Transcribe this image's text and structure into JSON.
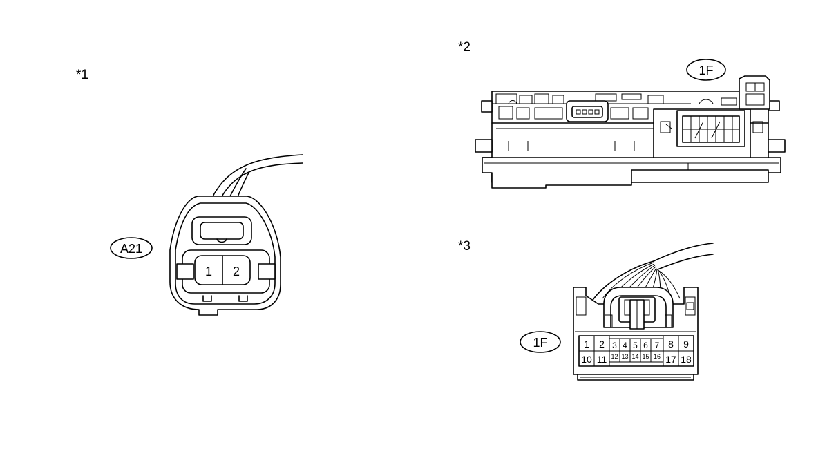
{
  "figures": [
    {
      "marker": "*1",
      "connector_code": "A21",
      "pins": [
        "1",
        "2"
      ]
    },
    {
      "marker": "*2",
      "connector_code": "1F"
    },
    {
      "marker": "*3",
      "connector_code": "1F",
      "pins_large_top": [
        "1",
        "2",
        "8",
        "9"
      ],
      "pins_small_top": [
        "3",
        "4",
        "5",
        "6",
        "7"
      ],
      "pins_small_bottom": [
        "12",
        "13",
        "14",
        "15",
        "16"
      ],
      "pins_large_bottom": [
        "10",
        "11",
        "17",
        "18"
      ]
    }
  ]
}
